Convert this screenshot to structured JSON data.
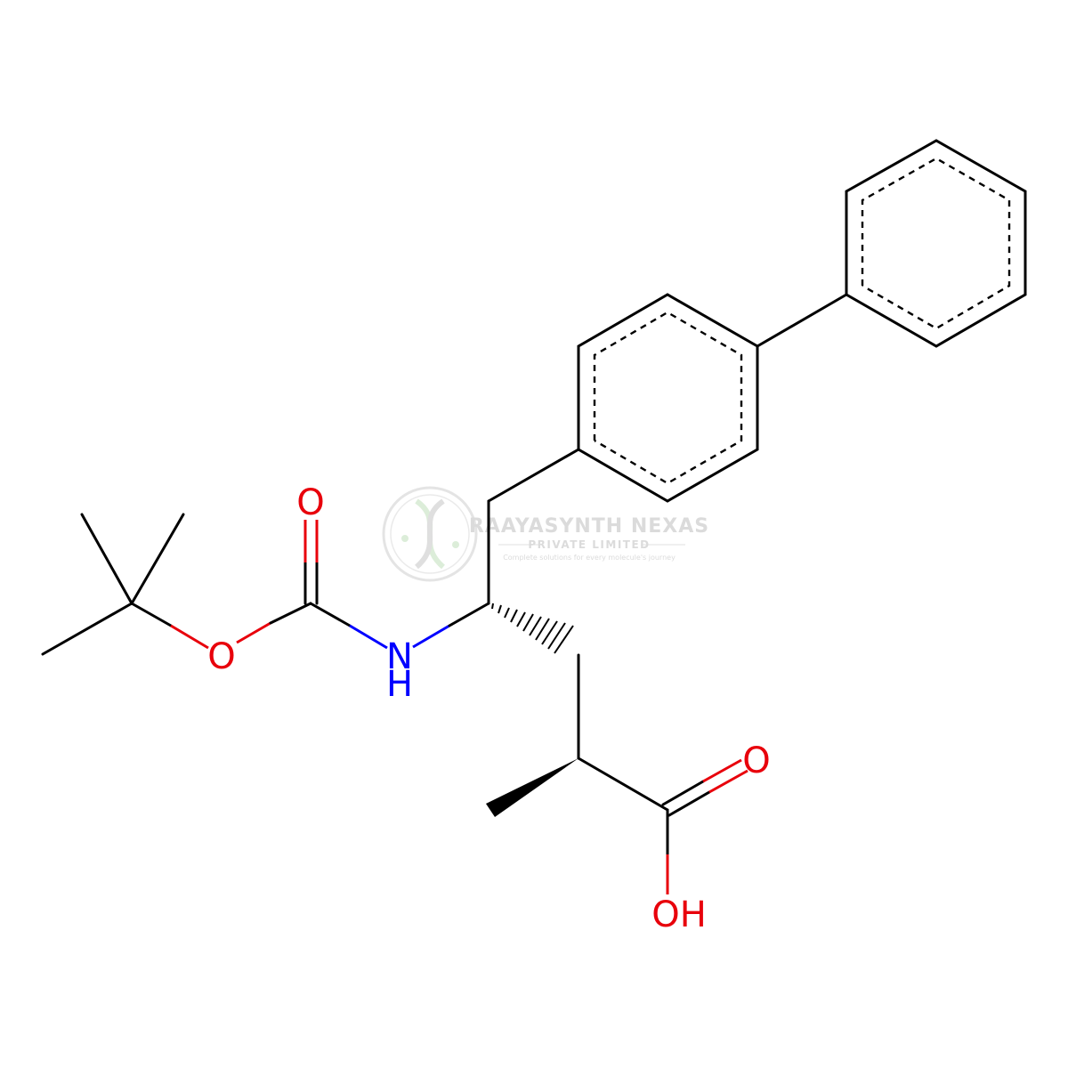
{
  "molecule": {
    "atom_labels": {
      "carbamate_carbonyl_o": "O",
      "ester_o": "O",
      "amine_n": "N",
      "amine_h": "H",
      "acid_carbonyl_o": "O",
      "acid_oh": "OH"
    },
    "colors": {
      "bond": "#000000",
      "oxygen": "#e8000b",
      "nitrogen": "#0000ff"
    }
  },
  "watermark": {
    "company": "RAAYASYNTH NEXAS",
    "subtitle": "PRIVATE LIMITED",
    "tagline": "Complete solutions for every molecule's journey",
    "logo_icon": "dna-helix-icon",
    "color": "#d8d8d8"
  }
}
